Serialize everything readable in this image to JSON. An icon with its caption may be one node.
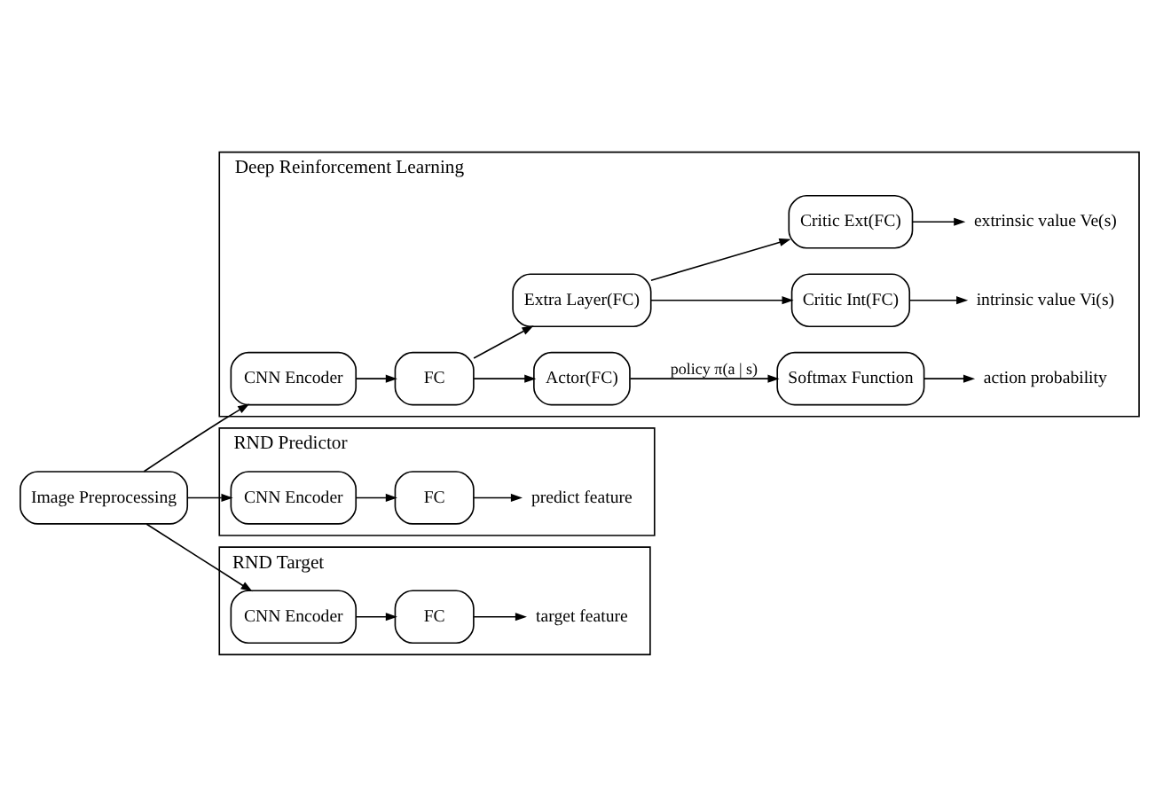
{
  "diagram": {
    "nodes": [
      {
        "text": [
          "Image Preprocessing"
        ]
      },
      {
        "text": [
          "Deep Reinforcement Learning"
        ]
      },
      {
        "text": [
          "CNN Encoder"
        ],
        "in": 1
      },
      {
        "text": [
          "FC"
        ],
        "in": 1
      },
      {
        "text": [
          "Actor(FC)"
        ],
        "in": 1
      },
      {
        "text": [
          "Extra Layer(FC)"
        ],
        "in": 1
      },
      {
        "text": [
          "Softmax Function"
        ],
        "in": 1
      },
      {
        "text": [
          "action probability"
        ],
        "in": 1
      },
      {
        "text": [
          "Critic Int(FC)"
        ],
        "in": 1
      },
      {
        "text": [
          "Critic Ext(FC)"
        ],
        "in": 1
      },
      {
        "text": [
          "intrinsic value Vi(s)"
        ],
        "in": 1
      },
      {
        "text": [
          "extrinsic value Ve(s)"
        ],
        "in": 1
      },
      {
        "text": [
          "RND Predictor"
        ]
      },
      {
        "text": [
          "CNN Encoder"
        ],
        "in": 12
      },
      {
        "text": [
          "FC"
        ],
        "in": 12
      },
      {
        "text": [
          "predict feature"
        ],
        "in": 12
      },
      {
        "text": [
          "RND Target"
        ]
      },
      {
        "text": [
          "CNN Encoder"
        ],
        "in": 16
      },
      {
        "text": [
          "FC"
        ],
        "in": 16
      },
      {
        "text": [
          "target feature"
        ],
        "in": 16
      }
    ],
    "edges": [
      {
        "from": 0,
        "to": 2,
        "arrow": "to"
      },
      {
        "from": 0,
        "to": 13,
        "arrow": "to"
      },
      {
        "from": 0,
        "to": 17,
        "arrow": "to"
      },
      {
        "from": 2,
        "to": 3,
        "arrow": "to"
      },
      {
        "from": 3,
        "to": 4,
        "arrow": "to"
      },
      {
        "from": 3,
        "to": 5,
        "arrow": "to"
      },
      {
        "from": 4,
        "to": 6,
        "arrow": "to",
        "label": "policy π(a | s)"
      },
      {
        "from": 6,
        "to": 7,
        "arrow": "to"
      },
      {
        "from": 5,
        "to": 8,
        "arrow": "to"
      },
      {
        "from": 5,
        "to": 9,
        "arrow": "to"
      },
      {
        "from": 8,
        "to": 10,
        "arrow": "to"
      },
      {
        "from": 9,
        "to": 11,
        "arrow": "to"
      },
      {
        "from": 13,
        "to": 14,
        "arrow": "to"
      },
      {
        "from": 14,
        "to": 15,
        "arrow": "to"
      },
      {
        "from": 17,
        "to": 18,
        "arrow": "to"
      },
      {
        "from": 18,
        "to": 19,
        "arrow": "to"
      }
    ]
  }
}
